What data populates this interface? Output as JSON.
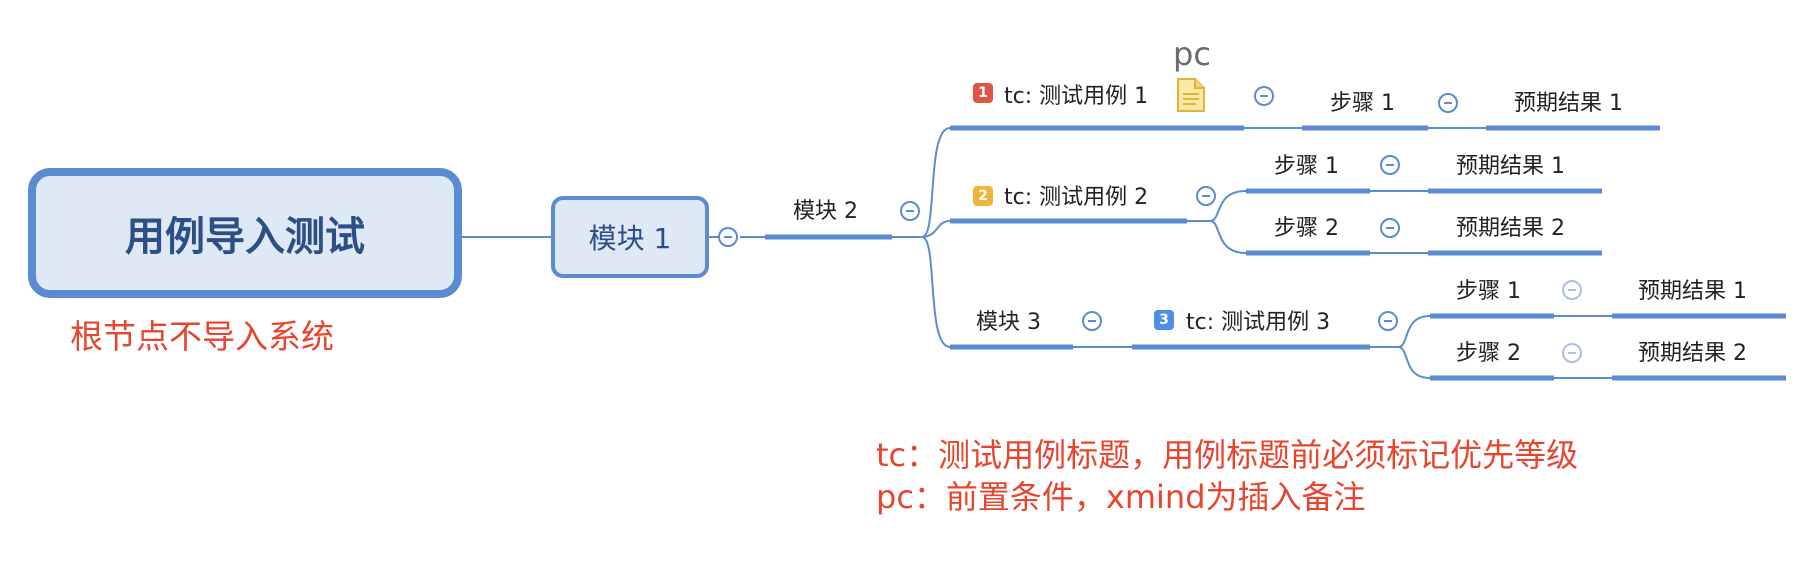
{
  "root": {
    "label": "用例导入测试",
    "note": "根节点不导入系统"
  },
  "module1": {
    "label": "模块 1"
  },
  "module2": {
    "label": "模块 2"
  },
  "module3": {
    "label": "模块 3"
  },
  "testcases": [
    {
      "label": "tc: 测试用例 1",
      "priority": "1",
      "priority_color": "#e05447",
      "precondition_label": "pc"
    },
    {
      "label": "tc: 测试用例 2",
      "priority": "2",
      "priority_color": "#f0b43a"
    },
    {
      "label": "tc: 测试用例 3",
      "priority": "3",
      "priority_color": "#4d8fe6"
    }
  ],
  "steps": {
    "tc1": [
      {
        "step": "步骤 1",
        "expected": "预期结果 1"
      }
    ],
    "tc2": [
      {
        "step": "步骤 1",
        "expected": "预期结果 1"
      },
      {
        "step": "步骤 2",
        "expected": "预期结果 2"
      }
    ],
    "tc3": [
      {
        "step": "步骤 1",
        "expected": "预期结果 1"
      },
      {
        "step": "步骤 2",
        "expected": "预期结果 2"
      }
    ]
  },
  "legend": {
    "tc_line": "tc：测试用例标题，用例标题前必须标记优先等级",
    "pc_line": "pc：前置条件，xmind为插入备注"
  },
  "colors": {
    "line": "#5b8bd0",
    "root_fill": "#dfe8f5",
    "root_text": "#2c4f86",
    "annotation": "#e8452e",
    "note_icon": "#f5c843"
  }
}
